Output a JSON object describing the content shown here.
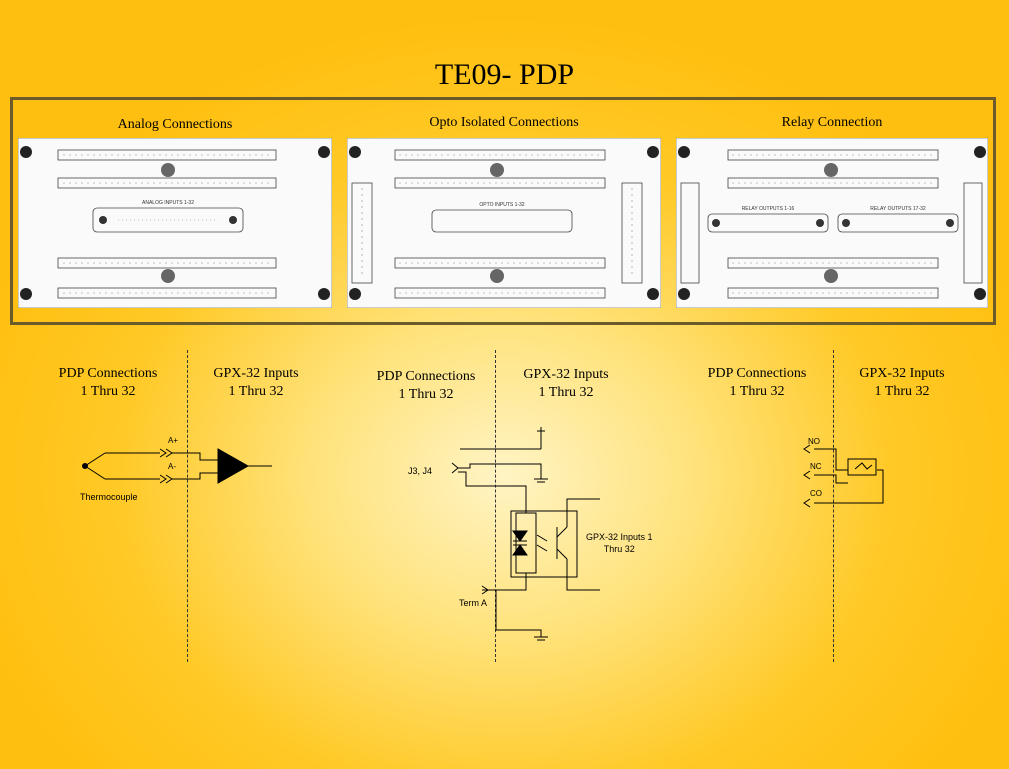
{
  "title": "TE09- PDP",
  "boards": {
    "analog": {
      "label": "Analog Connections",
      "caption": "ANALOG INPUTS 1-32"
    },
    "opto": {
      "label": "Opto Isolated Connections",
      "caption": "OPTO INPUTS 1-32"
    },
    "relay": {
      "label": "Relay Connection",
      "caption_a": "RELAY OUTPUTS 1-16",
      "caption_b": "RELAY OUTPUTS 17-32"
    }
  },
  "analog_section": {
    "pdp_line1": "PDP Connections",
    "pdp_line2": "1 Thru 32",
    "gpx_line1": "GPX-32 Inputs",
    "gpx_line2": "1 Thru 32",
    "a_plus": "A+",
    "a_minus": "A-",
    "thermocouple": "Thermocouple"
  },
  "opto_section": {
    "pdp_line1": "PDP Connections",
    "pdp_line2": "1 Thru 32",
    "gpx_line1": "GPX-32 Inputs",
    "gpx_line2": "1 Thru 32",
    "j_label": "J3, J4",
    "gpx_note_line1": "GPX-32 Inputs 1",
    "gpx_note_line2": "Thru 32",
    "term_a": "Term A"
  },
  "relay_section": {
    "pdp_line1": "PDP Connections",
    "pdp_line2": "1 Thru 32",
    "gpx_line1": "GPX-32 Inputs",
    "gpx_line2": "1 Thru 32",
    "no": "NO",
    "nc": "NC",
    "co": "CO"
  }
}
